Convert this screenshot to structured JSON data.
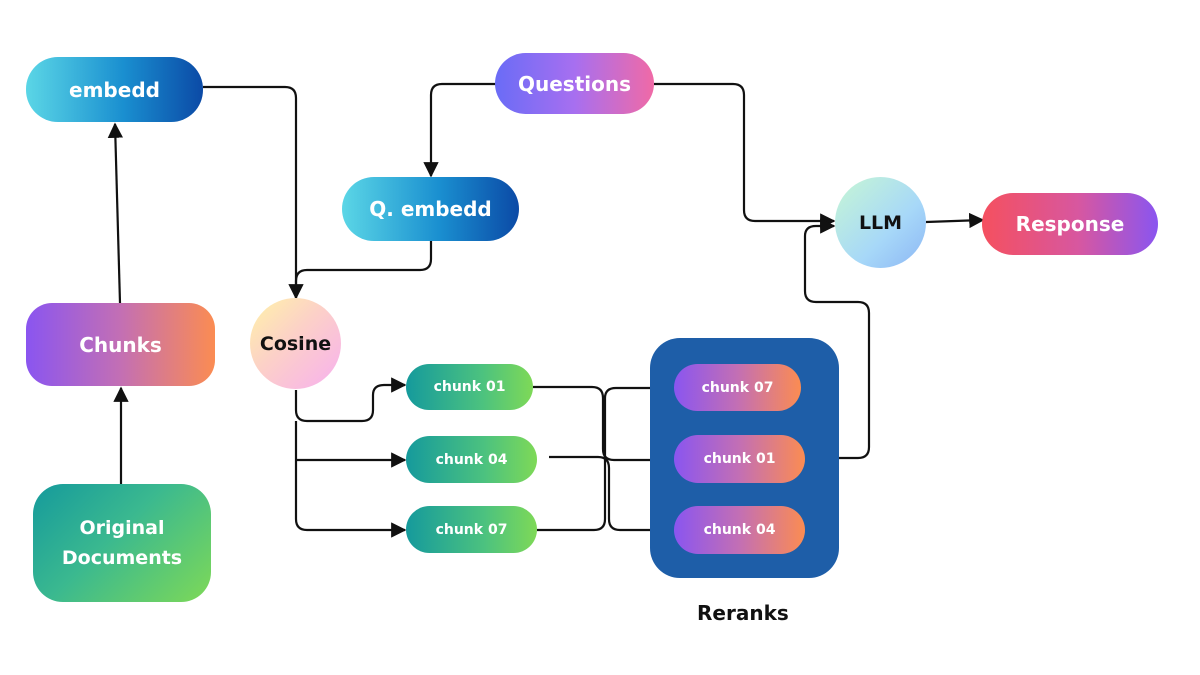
{
  "nodes": {
    "embedd": "embedd",
    "questions": "Questions",
    "q_embedd": "Q. embedd",
    "llm": "LLM",
    "response": "Response",
    "chunks": "Chunks",
    "cosine": "Cosine",
    "original_documents_line1": "Original",
    "original_documents_line2": "Documents"
  },
  "retrieved_chunks": [
    "chunk 01",
    "chunk 04",
    "chunk 07"
  ],
  "reranked_chunks": [
    "chunk 07",
    "chunk 01",
    "chunk 04"
  ],
  "rerank_label": "Reranks",
  "colors": {
    "rerank_box": "#1e5ea8",
    "arrow": "#111111"
  }
}
